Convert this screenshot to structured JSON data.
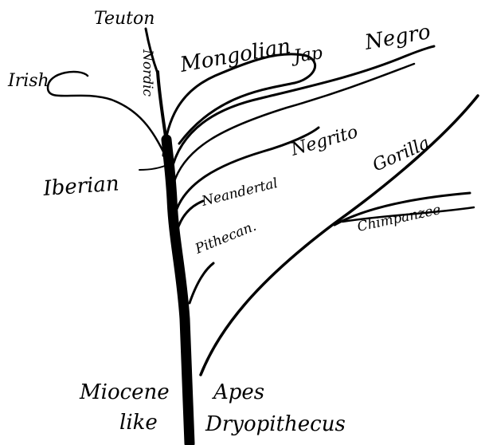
{
  "diagram": {
    "labels": {
      "teuton": "Teuton",
      "nordic": "Nordic",
      "mongolian": "Mongolian",
      "jap": "Jap",
      "negro": "Negro",
      "irish": "Irish",
      "negrito": "Negrito",
      "gorilla": "Gorilla",
      "iberian": "Iberian",
      "neandertal": "Neandertal",
      "chimpanzee": "Chimpanzee",
      "pithecan": "Pithecan.",
      "miocene": "Miocene",
      "like": "like",
      "apes": "Apes",
      "dryopithecus": "Dryopithecus"
    }
  }
}
